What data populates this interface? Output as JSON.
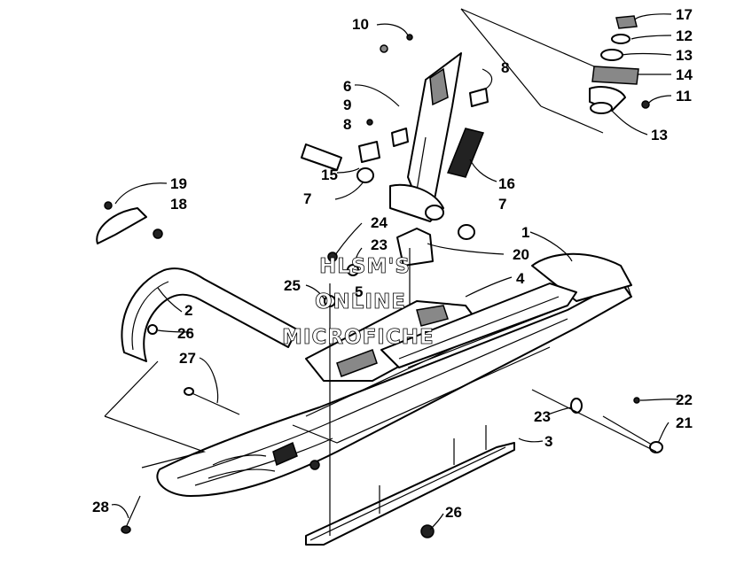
{
  "watermark": {
    "line1": "HLSM'S",
    "line2": "ONLINE",
    "line3": "MICROFICHE"
  },
  "callouts": {
    "c17": "17",
    "c12": "12",
    "c13a": "13",
    "c14": "14",
    "c11": "11",
    "c13b": "13",
    "c10": "10",
    "c6": "6",
    "c9": "9",
    "c8a": "8",
    "c8b": "8",
    "c15": "15",
    "c7a": "7",
    "c7b": "7",
    "c16": "16",
    "c19": "19",
    "c18": "18",
    "c24": "24",
    "c23a": "23",
    "c5": "5",
    "c20": "20",
    "c1": "1",
    "c25": "25",
    "c4": "4",
    "c2": "2",
    "c26a": "26",
    "c27": "27",
    "c22": "22",
    "c23b": "23",
    "c21": "21",
    "c3": "3",
    "c28": "28",
    "c26b": "26"
  }
}
